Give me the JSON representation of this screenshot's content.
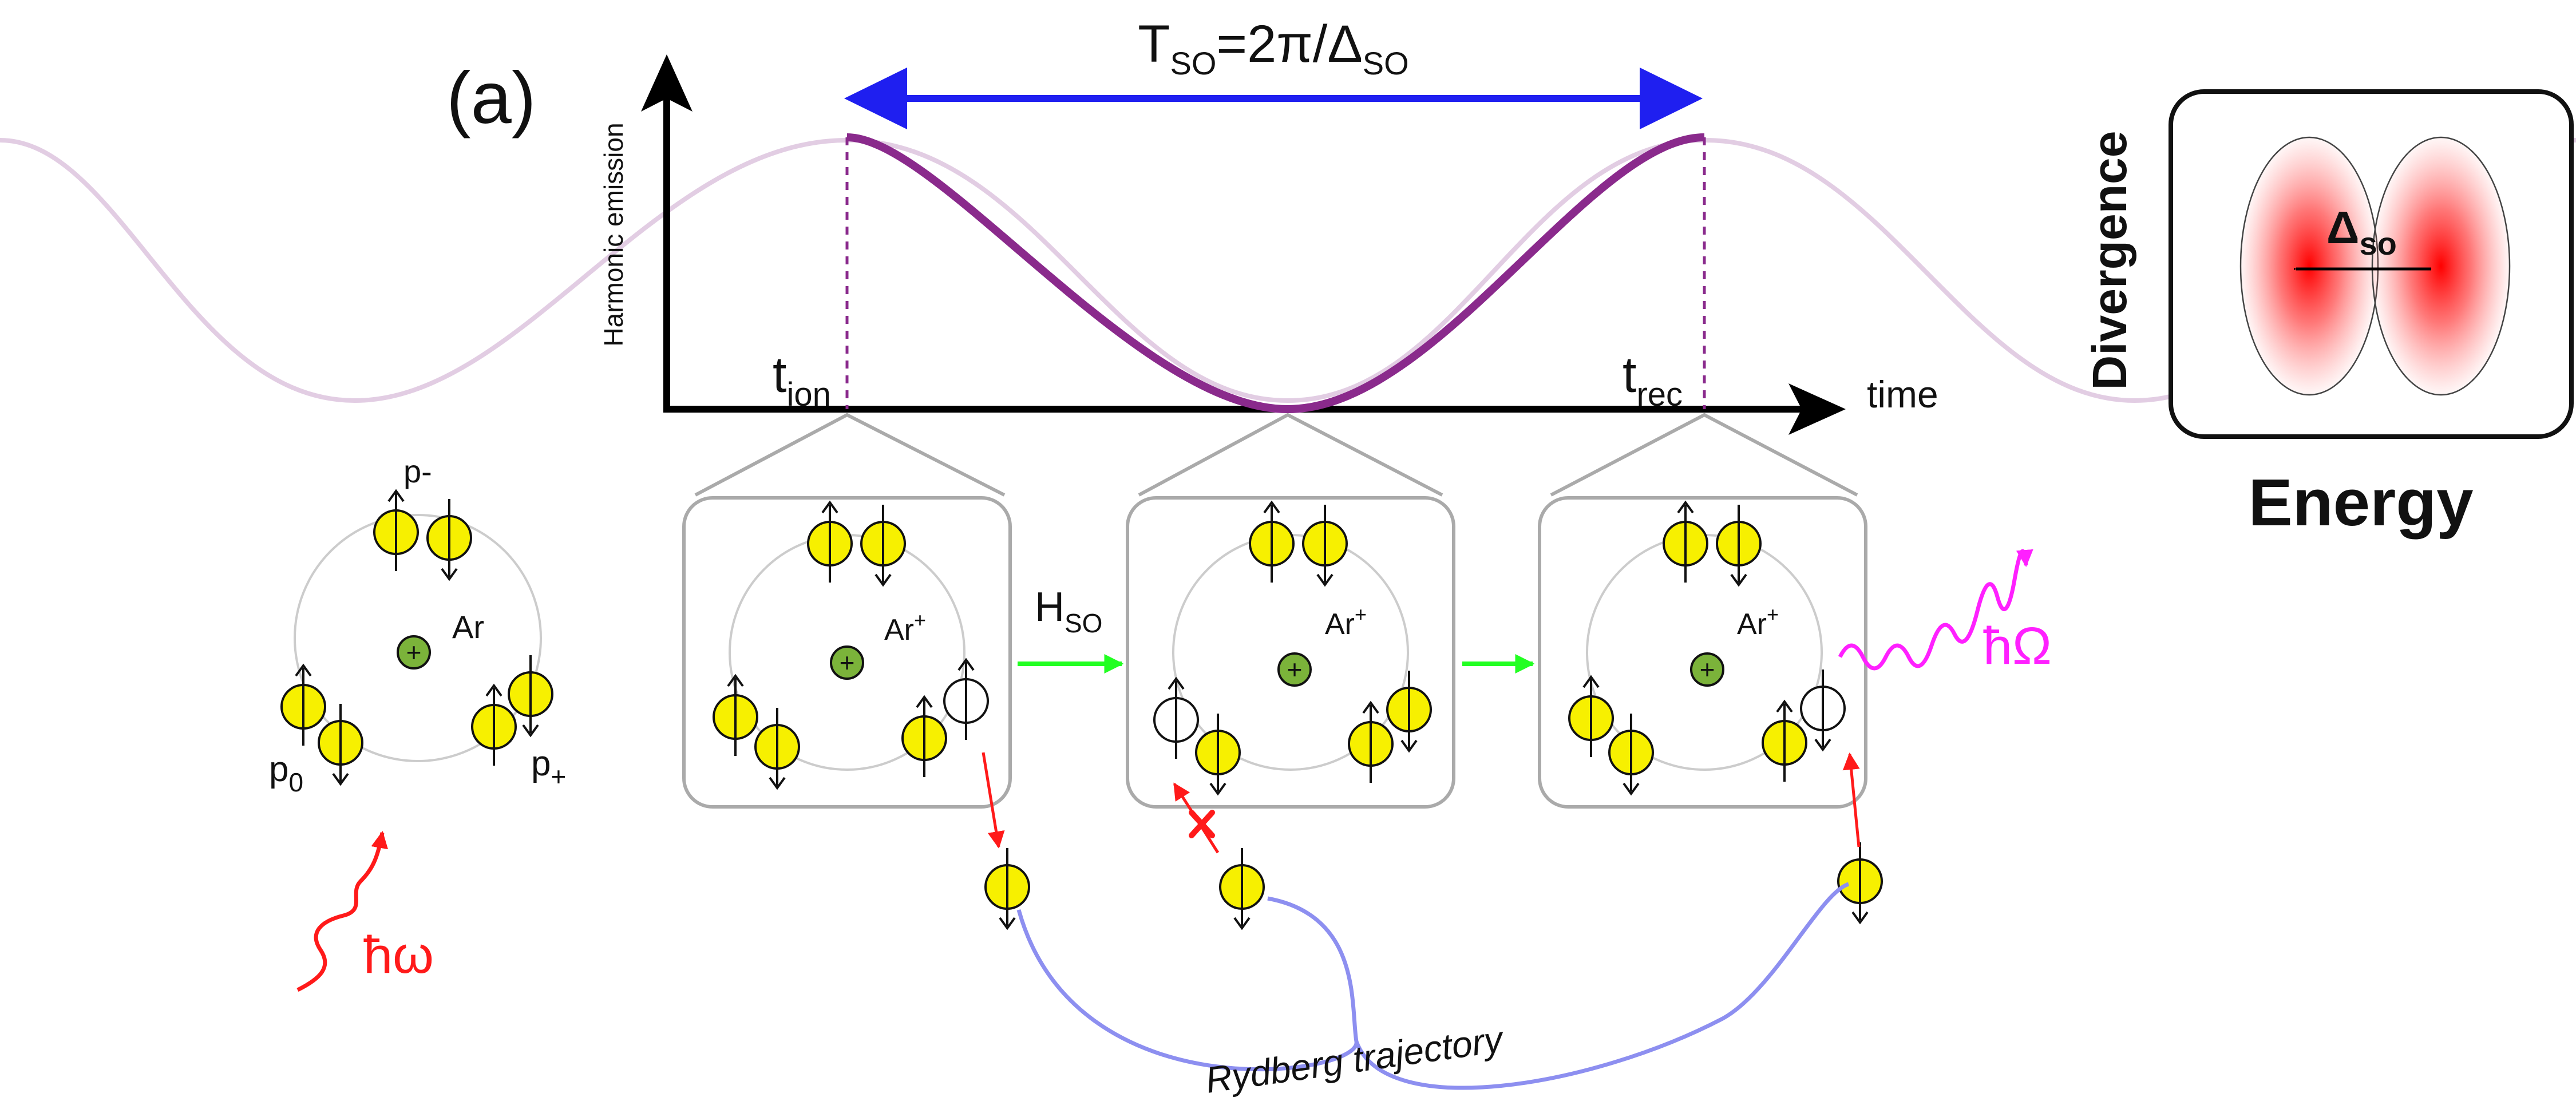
{
  "panel_label": "(a)",
  "period": {
    "main": "T",
    "sub": "SO",
    "eq": "=2π/Δ",
    "sub2": "SO"
  },
  "axis": {
    "ylabel": "Harmonic emission",
    "xlabel": "time"
  },
  "times": {
    "ion": {
      "main": "t",
      "sub": "ion"
    },
    "rec": {
      "main": "t",
      "sub": "rec"
    }
  },
  "atom": {
    "neutral_label": "Ar",
    "ion_label": "Ar",
    "ion_sup": "+",
    "nucleus_symbol": "+",
    "orbitals": {
      "p_minus": "p-",
      "p_zero": "p",
      "p_zero_sub": "0",
      "p_plus": "p",
      "p_plus_sub": "+"
    }
  },
  "hso": {
    "main": "H",
    "sub": "SO"
  },
  "photons": {
    "incoming": "ħω",
    "outgoing": "ħΩ"
  },
  "trajectory_label": "Rydberg trajectory",
  "spectrum": {
    "delta": "Δ",
    "delta_sub": "so",
    "ylabel": "Divergence",
    "xlabel": "Energy"
  },
  "colors": {
    "electron_fill": "#f7f000",
    "nucleus_fill": "#7bb33a",
    "curve": "#8a2a8c",
    "faint_curve": "#e2cde3",
    "period_arrow": "#1f1ff0",
    "green_arrow": "#22ff22",
    "red": "#ff1a1a",
    "magenta": "#ff20ff",
    "trajectory": "#8d8ff0",
    "box_border": "#aaaaaa"
  }
}
